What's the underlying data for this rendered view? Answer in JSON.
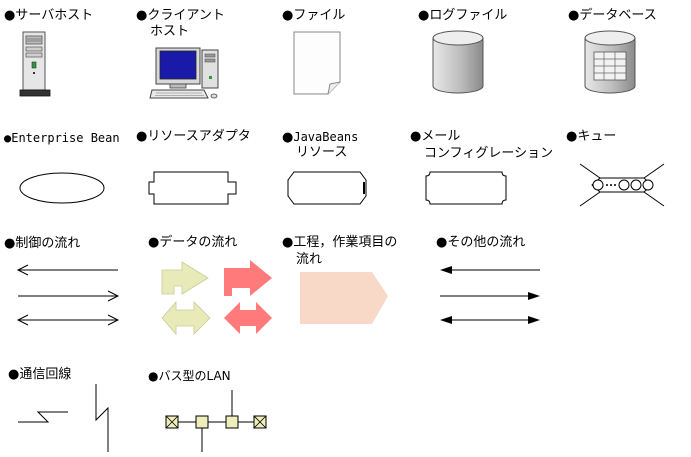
{
  "bullet": "●",
  "colors": {
    "data_flow_light": "#e8eab8",
    "data_flow_strong": "#ff7b7b",
    "process_fill": "#f8d9c8",
    "cylinder_dark": "#9a9a9a",
    "monitor_screen": "#1a1aa8"
  },
  "legend": {
    "server_host": "サーバホスト",
    "client_host_line1": "クライアント",
    "client_host_line2": "ホスト",
    "file": "ファイル",
    "log_file": "ログファイル",
    "database": "データベース",
    "enterprise_bean": "Enterprise Bean",
    "resource_adapter": "リソースアダプタ",
    "javabeans_line1": "JavaBeans",
    "javabeans_line2": "リソース",
    "mail_line1": "メール",
    "mail_line2": "コンフィグレーション",
    "queue": "キュー",
    "control_flow": "制御の流れ",
    "data_flow": "データの流れ",
    "process_line1": "工程，作業項目の",
    "process_line2": "流れ",
    "other_flow": "その他の流れ",
    "comm_line": "通信回線",
    "bus_lan": "バス型のLAN"
  }
}
